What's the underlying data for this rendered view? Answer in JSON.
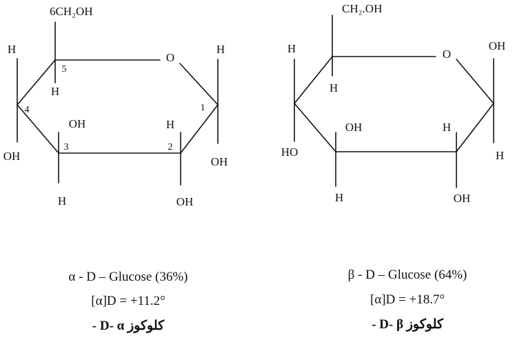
{
  "alpha": {
    "labels": {
      "c6": "6CH₂OH",
      "h5_top": "H",
      "c5_num": "5",
      "o_ring": "O",
      "h1_top": "H",
      "h5_bottom": "H",
      "c4_num": "4",
      "c1_num": "1",
      "oh3_top": "OH",
      "h2_top": "H",
      "c3_num": "3",
      "c2_num": "2",
      "oh4": "OH",
      "oh1": "OH",
      "h3_bottom": "H",
      "oh2_bottom": "OH"
    },
    "caption": {
      "name": "α - D – Glucose (36%)",
      "rotation": "[α]D = +11.2°",
      "arabic": "کلوکوز D- α -"
    }
  },
  "beta": {
    "labels": {
      "c6": "CH₂.OH",
      "h5_top": "H",
      "o_ring": "O",
      "oh1_top": "OH",
      "h5_bottom": "H",
      "oh3_top": "OH",
      "h2_top": "H",
      "ho4": "HO",
      "h1_bottom": "H",
      "h3_bottom": "H",
      "oh2_bottom": "OH"
    },
    "caption": {
      "name": "β - D – Glucose (64%)",
      "rotation": "[α]D = +18.7°",
      "arabic": "کلوکوز D- β -"
    }
  }
}
